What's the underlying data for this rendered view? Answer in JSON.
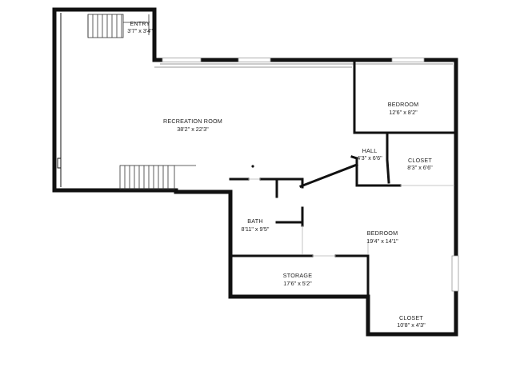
{
  "rooms": {
    "entry": {
      "name": "ENTRY",
      "dims": "3'7\" x 3'4\""
    },
    "recreation": {
      "name": "RECREATION ROOM",
      "dims": "38'2\" x 22'3\""
    },
    "bedroom_upper": {
      "name": "BEDROOM",
      "dims": "12'6\" x 8'2\""
    },
    "hall": {
      "name": "HALL",
      "dims": "4'3\" x 6'6\""
    },
    "closet_upper": {
      "name": "CLOSET",
      "dims": "8'3\" x 6'6\""
    },
    "bath": {
      "name": "BATH",
      "dims": "8'11\" x 9'5\""
    },
    "bedroom_lower": {
      "name": "BEDROOM",
      "dims": "19'4\" x 14'1\""
    },
    "storage": {
      "name": "STORAGE",
      "dims": "17'6\" x 5'2\""
    },
    "closet_lower": {
      "name": "CLOSET",
      "dims": "10'8\" x 4'3\""
    }
  },
  "colors": {
    "wall": "#111111",
    "window": "#9a9a9a",
    "background": "#ffffff"
  }
}
